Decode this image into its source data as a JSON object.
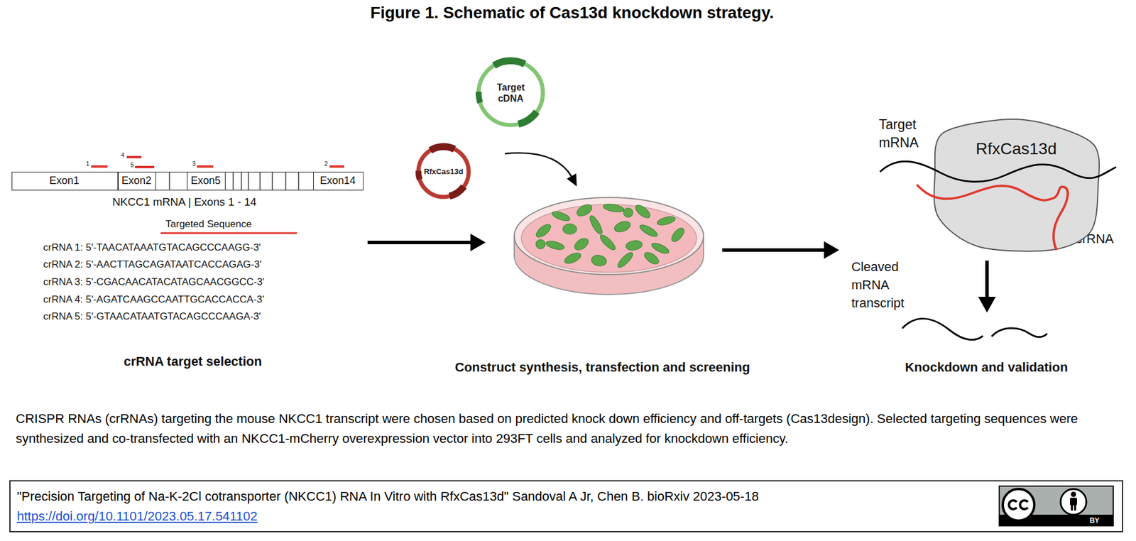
{
  "diagram": {
    "title": "Figure 1. Schematic of Cas13d knockdown strategy.",
    "caption": "CRISPR RNAs (crRNAs) targeting the mouse NKCC1 transcript were chosen based on predicted knock down efficiency and off-targets (Cas13design). Selected targeting sequences were synthesized and co-transfected with an NKCC1-mCherry overexpression vector into 293FT cells and analyzed for knockdown efficiency.",
    "nodes": [
      {
        "text": [
          "NKCC1 mRNA | Exons 1 - 14"
        ]
      },
      {
        "text": [
          "Exon1"
        ],
        "in": 0
      },
      {
        "text": [
          "Exon2"
        ],
        "in": 0
      },
      {
        "text": [
          "Exon5"
        ],
        "in": 0
      },
      {
        "text": [
          "Exon14"
        ],
        "in": 0
      },
      {
        "text": [
          "Target cDNA"
        ]
      },
      {
        "text": [
          "RfxCas13d"
        ]
      },
      {
        "text": [
          "RfxCas13d"
        ]
      },
      {
        "text": [
          "\"Precision Targeting of Na-K-2Cl cotransporter (NKCC1) RNA In Vitro with RfxCas13d\" Sandoval A Jr, Chen B. bioRxiv 2023-05-18",
          "https://doi.org/10.1101/2023.05.17.541102"
        ]
      },
      {
        "text": [
          "BY"
        ],
        "in": 8
      }
    ],
    "labels": [
      "1",
      "4",
      "5",
      "3",
      "2",
      "Targeted Sequence",
      "crRNA 1: 5'-TAACATAAATGTACAGCCCAAGG-3'",
      "crRNA 2: 5'-AACTTAGCAGATAATCACCAGAG-3'",
      "crRNA 3: 5'-CGACAACATACATAGCAACGGCC-3'",
      "crRNA 4: 5'-AGATCAAGCCAATTGCACCACCA-3'",
      "crRNA 5: 5'-GTAACATAATGTACAGCCCAAGA-3'",
      "crRNA target selection",
      "Construct synthesis, transfection and screening",
      "Target mRNA",
      "crRNA",
      "Cleaved mRNA transcript",
      "Knockdown and validation"
    ]
  }
}
